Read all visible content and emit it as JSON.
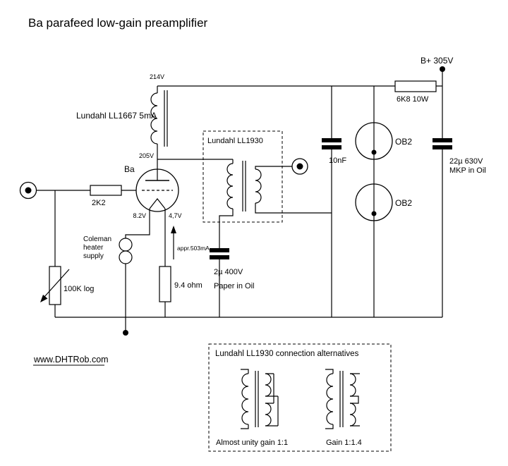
{
  "title": "Ba parafeed low-gain preamplifier",
  "colors": {
    "ink": "#000000",
    "paper": "#ffffff"
  },
  "power": {
    "b_plus": "B+ 305V",
    "rail_voltage": "214V",
    "dropper_resistor": "6K8 10W",
    "reservoir_cap": "22µ 630V",
    "reservoir_cap_type": "MKP in Oil",
    "decoupling_cap": "10nF",
    "regulator_tubes": [
      "OB2",
      "OB2"
    ]
  },
  "input": {
    "grid_resistor": "2K2",
    "volume_pot": "100K log"
  },
  "tube": {
    "name": "Ba",
    "anode_voltage": "205V",
    "plate_choke": "Lundahl LL1667 5mA",
    "filament_voltage_left": "8.2V",
    "filament_voltage_right": "4,7V",
    "heater_supply": [
      "Coleman",
      "heater",
      "supply"
    ],
    "cathode_resistor": "9.4 ohm",
    "filament_current": "appr.503mA",
    "parafeed_cap": "2µ 400V",
    "parafeed_cap_type": "Paper in Oil"
  },
  "output": {
    "transformer": "Lundahl LL1930"
  },
  "footer": {
    "website": "www.DHTRob.com"
  },
  "alternatives": {
    "title": "Lundahl LL1930 connection alternatives",
    "options": [
      "Almost unity gain 1:1",
      "Gain 1:1.4"
    ]
  }
}
